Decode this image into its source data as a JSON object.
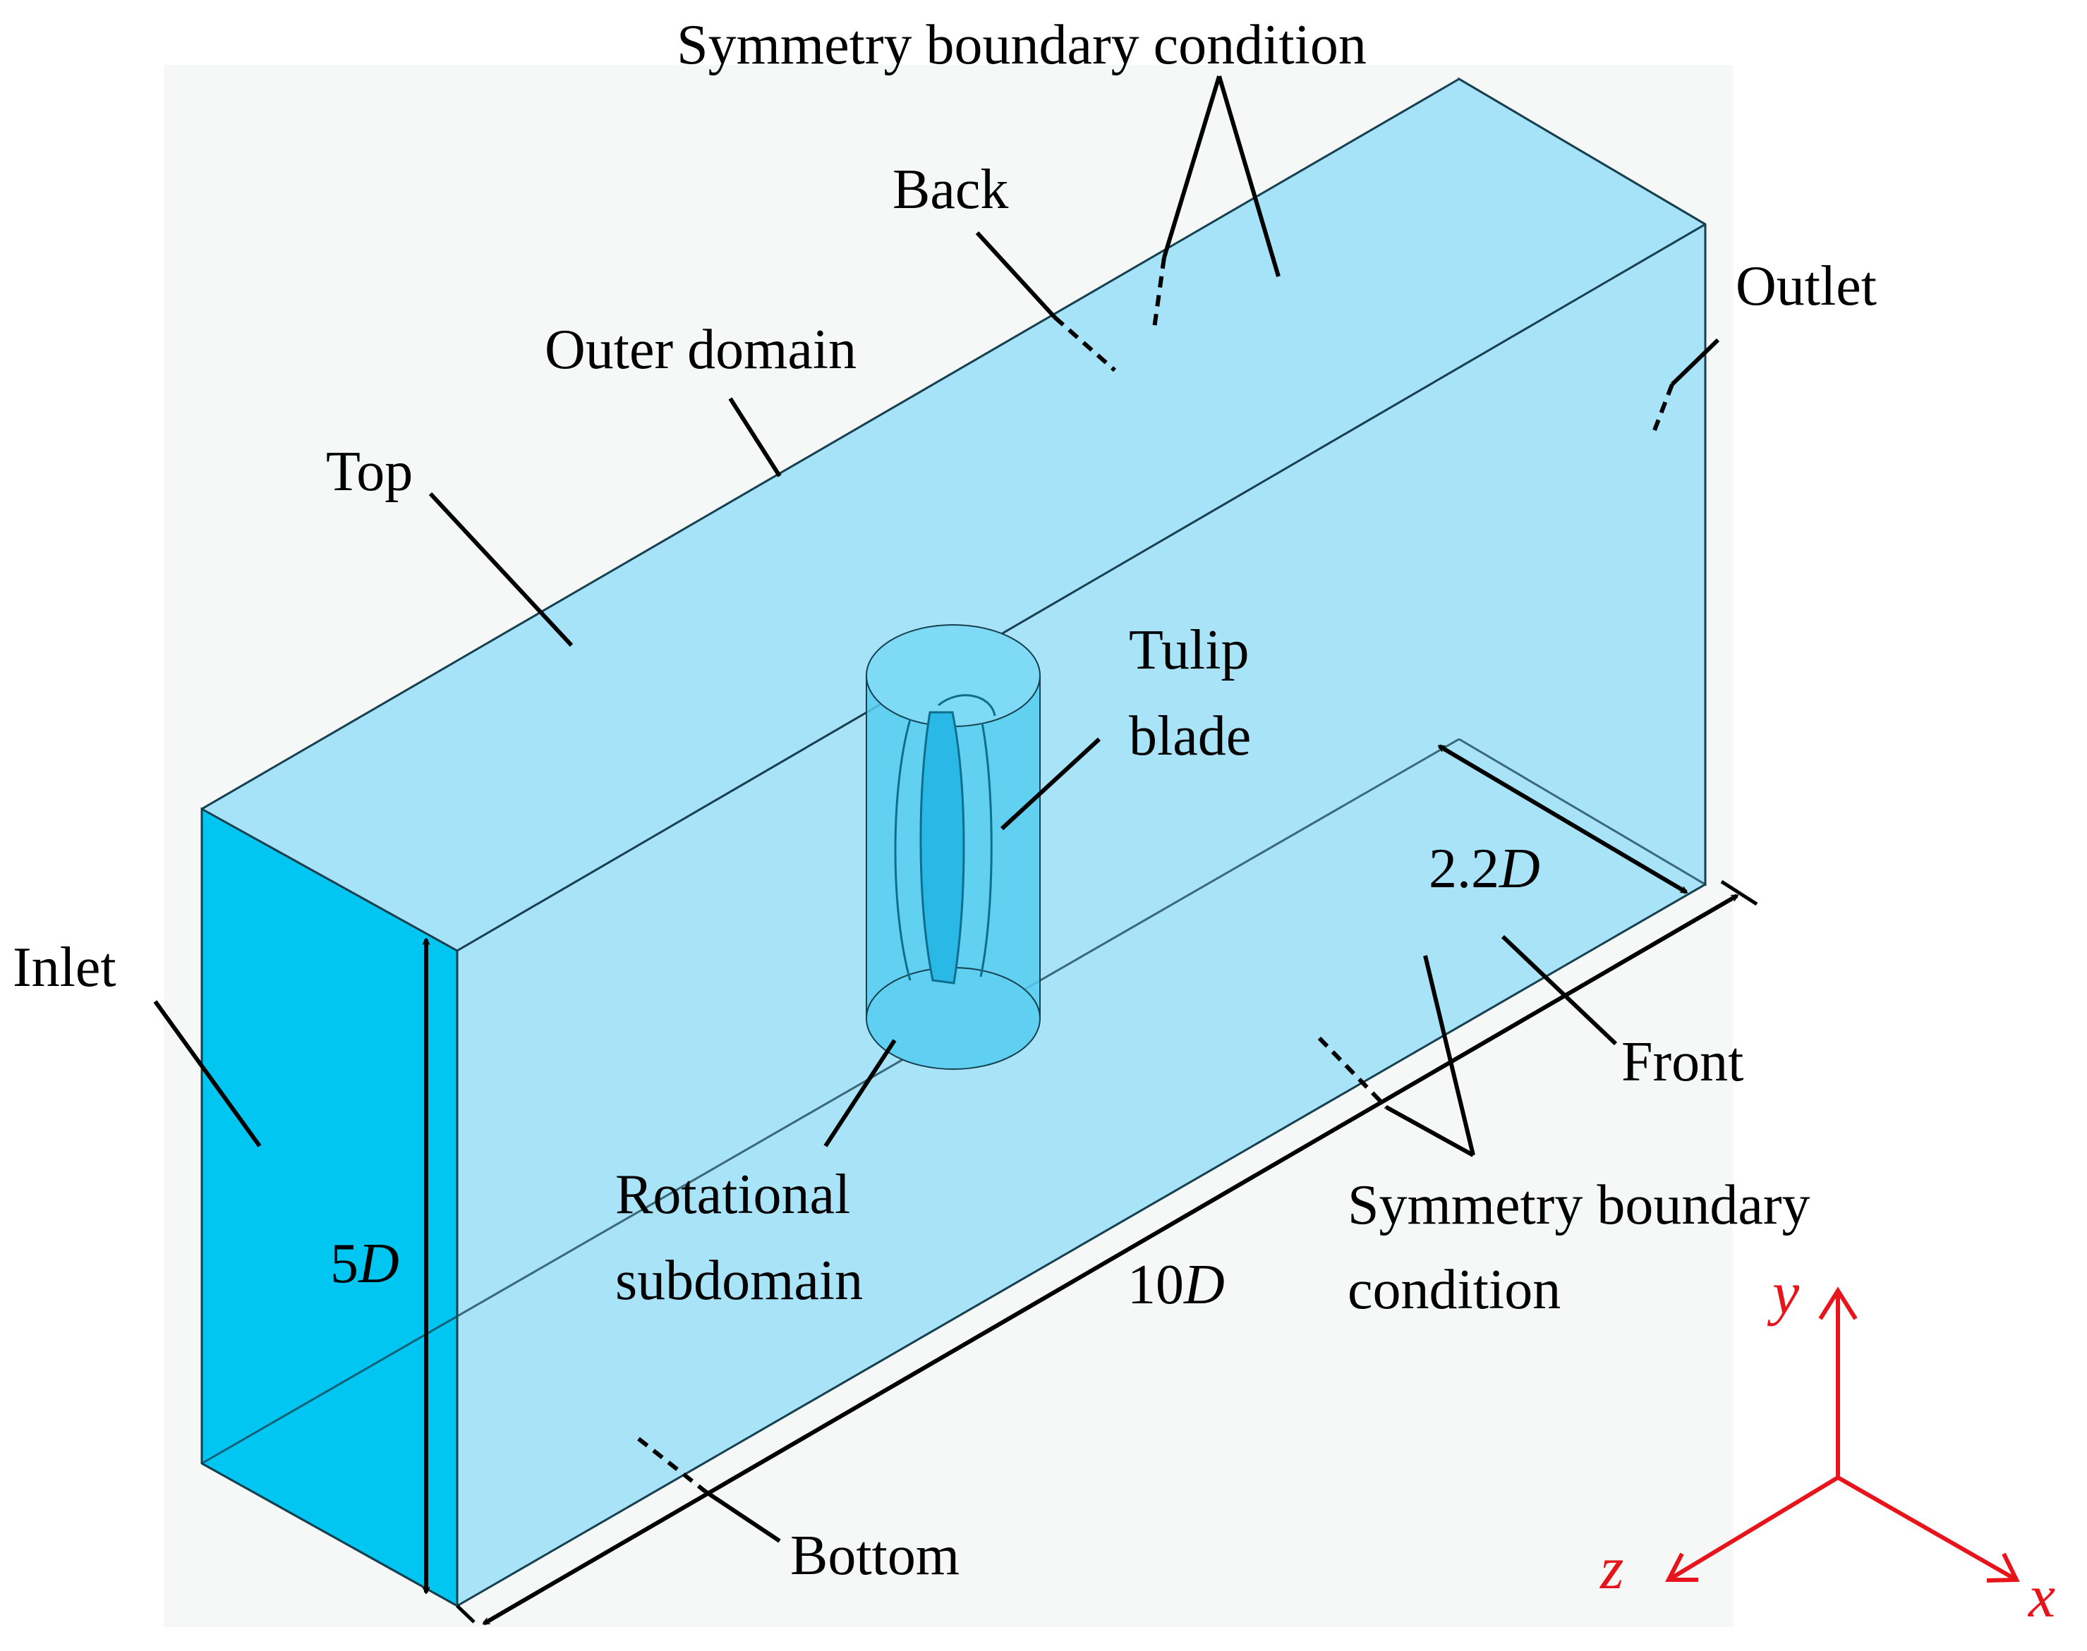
{
  "labels": {
    "symmetry_top": "Symmetry boundary condition",
    "back": "Back",
    "outer_domain": "Outer domain",
    "top": "Top",
    "outlet": "Outlet",
    "tulip_blade_line1": "Tulip",
    "tulip_blade_line2": "blade",
    "inlet": "Inlet",
    "front": "Front",
    "rotational_line1": "Rotational",
    "rotational_line2": "subdomain",
    "symmetry_bottom_line1": "Symmetry boundary",
    "symmetry_bottom_line2": "condition",
    "bottom": "Bottom"
  },
  "dimensions": {
    "height_number": "5",
    "height_unit": "D",
    "length_number": "10",
    "length_unit": "D",
    "width_number": "2.2",
    "width_unit": "D"
  },
  "axes": {
    "x": "x",
    "y": "y",
    "z": "z"
  },
  "colors": {
    "domain_face": "#a6e2f8",
    "domain_side": "#00c6f1",
    "cylinder": "#55cdf0",
    "blade": "#2ab9e6",
    "axes": "#e8141b",
    "background_panel": "#f6f7f7"
  }
}
